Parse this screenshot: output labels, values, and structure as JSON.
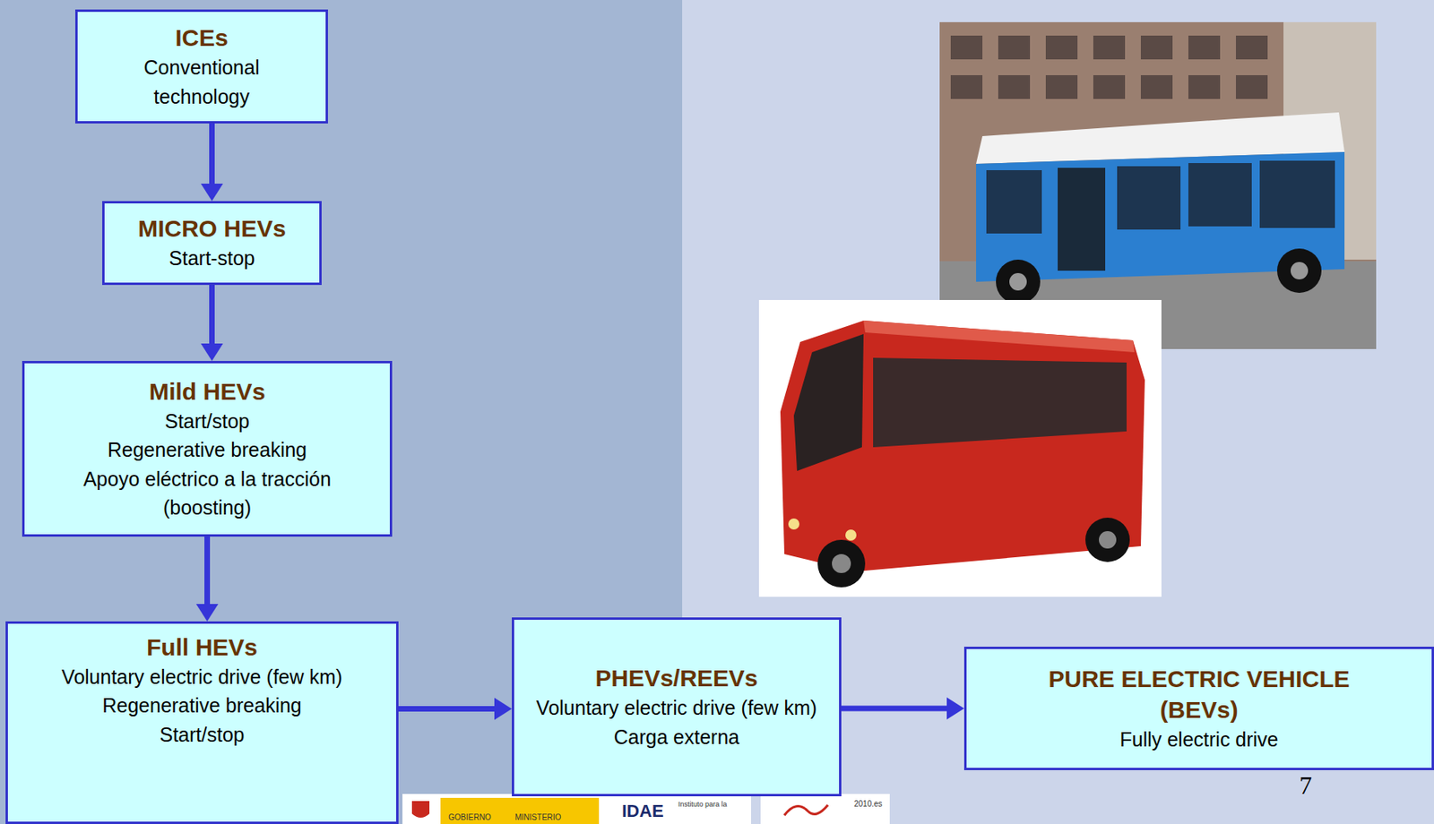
{
  "diagram": {
    "nodes": [
      {
        "text": [
          "ICEs",
          "Conventional technology"
        ]
      },
      {
        "text": [
          "MICRO HEVs",
          "Start-stop"
        ]
      },
      {
        "text": [
          "Mild HEVs",
          "Start/stop",
          "Regenerative breaking",
          "Apoyo eléctrico a la tracción (boosting)"
        ]
      },
      {
        "text": [
          "Full HEVs",
          "Voluntary electric drive (few km)",
          "Regenerative breaking",
          "Start/stop"
        ]
      },
      {
        "text": [
          "PHEVs/REEVs",
          "Voluntary electric drive (few km)",
          "Carga externa"
        ]
      },
      {
        "text": [
          "PURE ELECTRIC VEHICLE (BEVs)",
          "Fully electric drive"
        ]
      }
    ],
    "edges": [
      {
        "from": 0,
        "to": 1,
        "arrow": "to"
      },
      {
        "from": 1,
        "to": 2,
        "arrow": "to"
      },
      {
        "from": 2,
        "to": 3,
        "arrow": "to"
      },
      {
        "from": 3,
        "to": 4,
        "arrow": "to"
      },
      {
        "from": 4,
        "to": 5,
        "arrow": "to"
      }
    ],
    "labels": [
      "7",
      "GOBIERNO",
      "MINISTERIO",
      "IDAE",
      "Instituto para la",
      "2010.es"
    ]
  }
}
